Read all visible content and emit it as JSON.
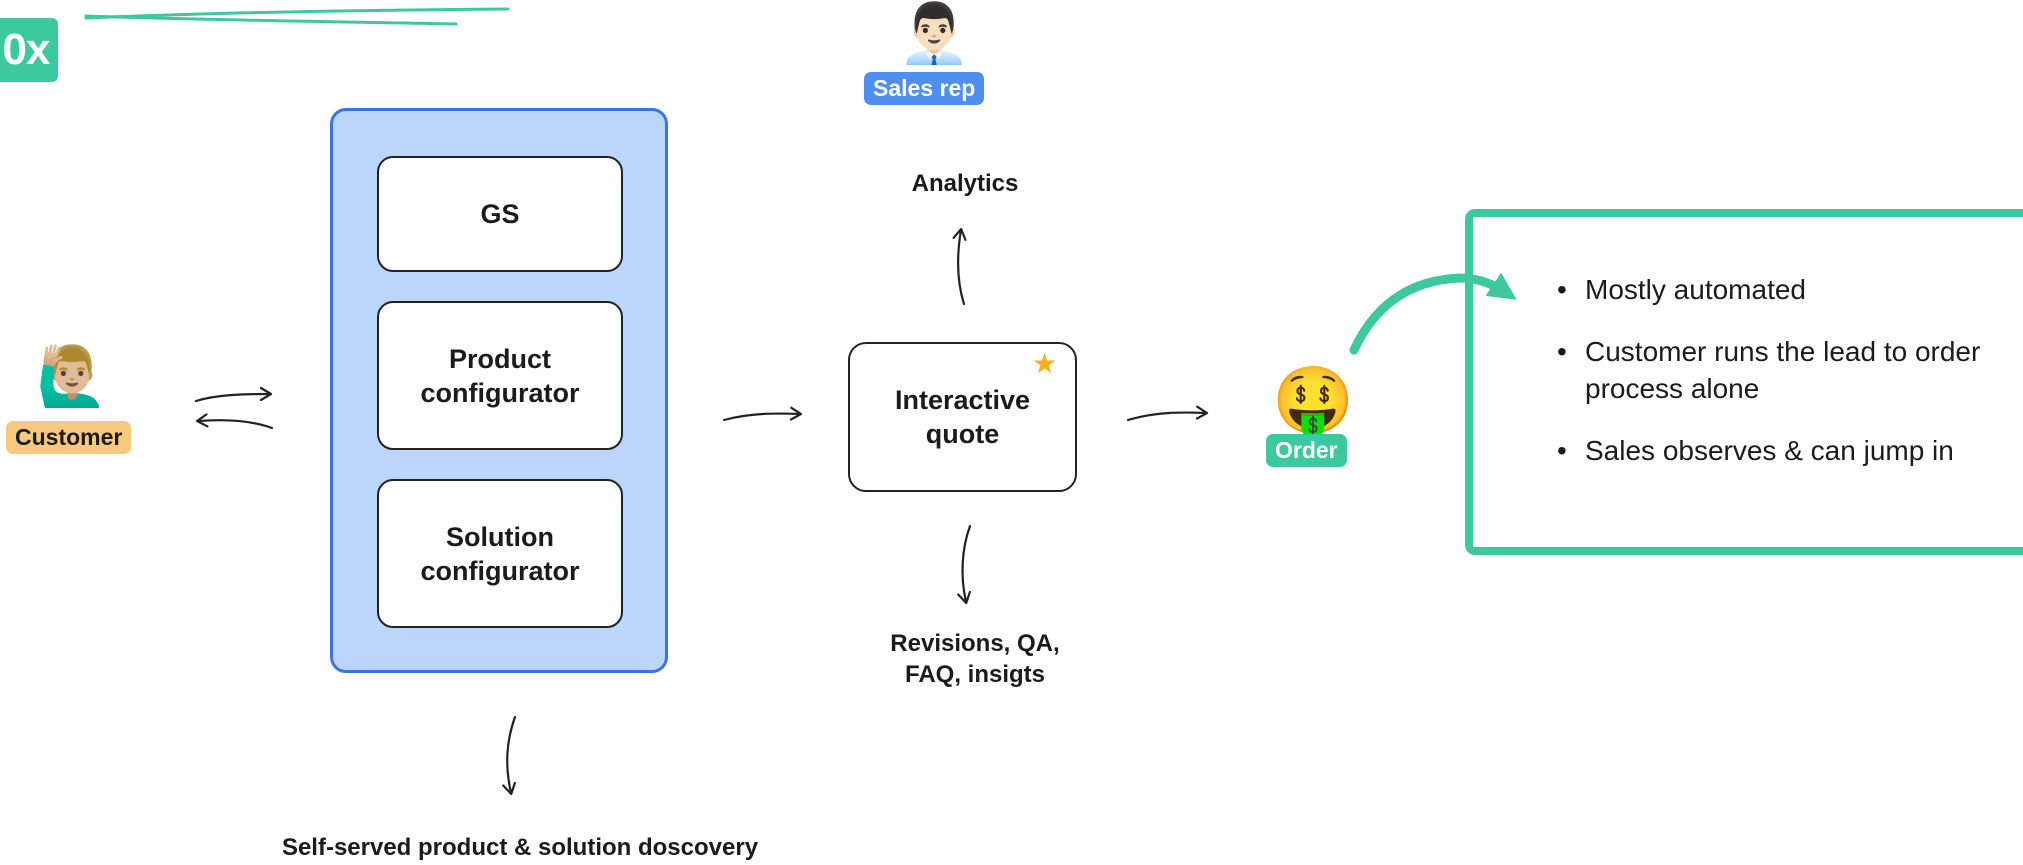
{
  "badge": {
    "text": "0x"
  },
  "customer": {
    "emoji": "🙋🏼‍♂️",
    "label": "Customer"
  },
  "sales_rep": {
    "emoji": "👨🏻‍💼",
    "label": "Sales rep"
  },
  "order": {
    "emoji": "🤑",
    "label": "Order"
  },
  "configurator_group": {
    "nodes": [
      {
        "id": "gs",
        "label": "GS"
      },
      {
        "id": "product",
        "label": "Product\nconfigurator"
      },
      {
        "id": "solution",
        "label": "Solution\nconfigurator"
      }
    ],
    "caption": "Self-served product & solution doscovery"
  },
  "quote": {
    "label": "Interactive\nquote",
    "marker": "star"
  },
  "outputs": {
    "analytics": "Analytics",
    "revisions": "Revisions, QA,\nFAQ, insigts"
  },
  "summary": {
    "bullets": [
      "Mostly automated",
      "Customer runs the lead to order process alone",
      "Sales observes & can jump in"
    ]
  },
  "colors": {
    "accent_green": "#3cc9a0",
    "panel_blue_fill": "#bcd6fb",
    "panel_blue_border": "#3a73e6",
    "sales_tag": "#4f8ff0",
    "customer_tag": "#f7c97c",
    "star": "#f5b01a"
  }
}
